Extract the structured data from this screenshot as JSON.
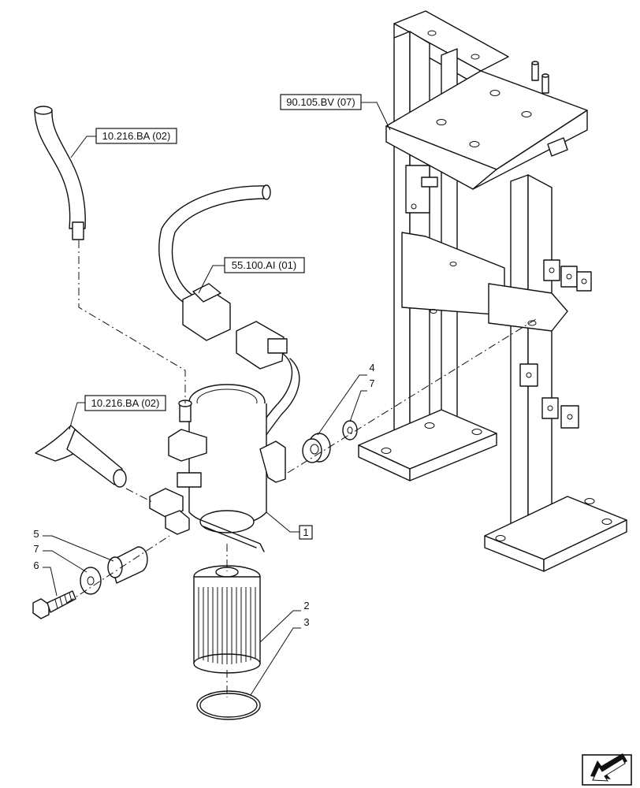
{
  "references": {
    "hose_top": "10.216.BA (02)",
    "hose_left": "10.216.BA (02)",
    "connector": "55.100.AI (01)",
    "frame": "90.105.BV (07)"
  },
  "callouts": {
    "assembly": "1",
    "filter_element": "2",
    "o_ring": "3",
    "grommet": "4",
    "spacer": "5",
    "bolt": "6",
    "washer_right": "7",
    "washer_left": "7"
  },
  "nav": {
    "icon": "arrow-icon"
  }
}
